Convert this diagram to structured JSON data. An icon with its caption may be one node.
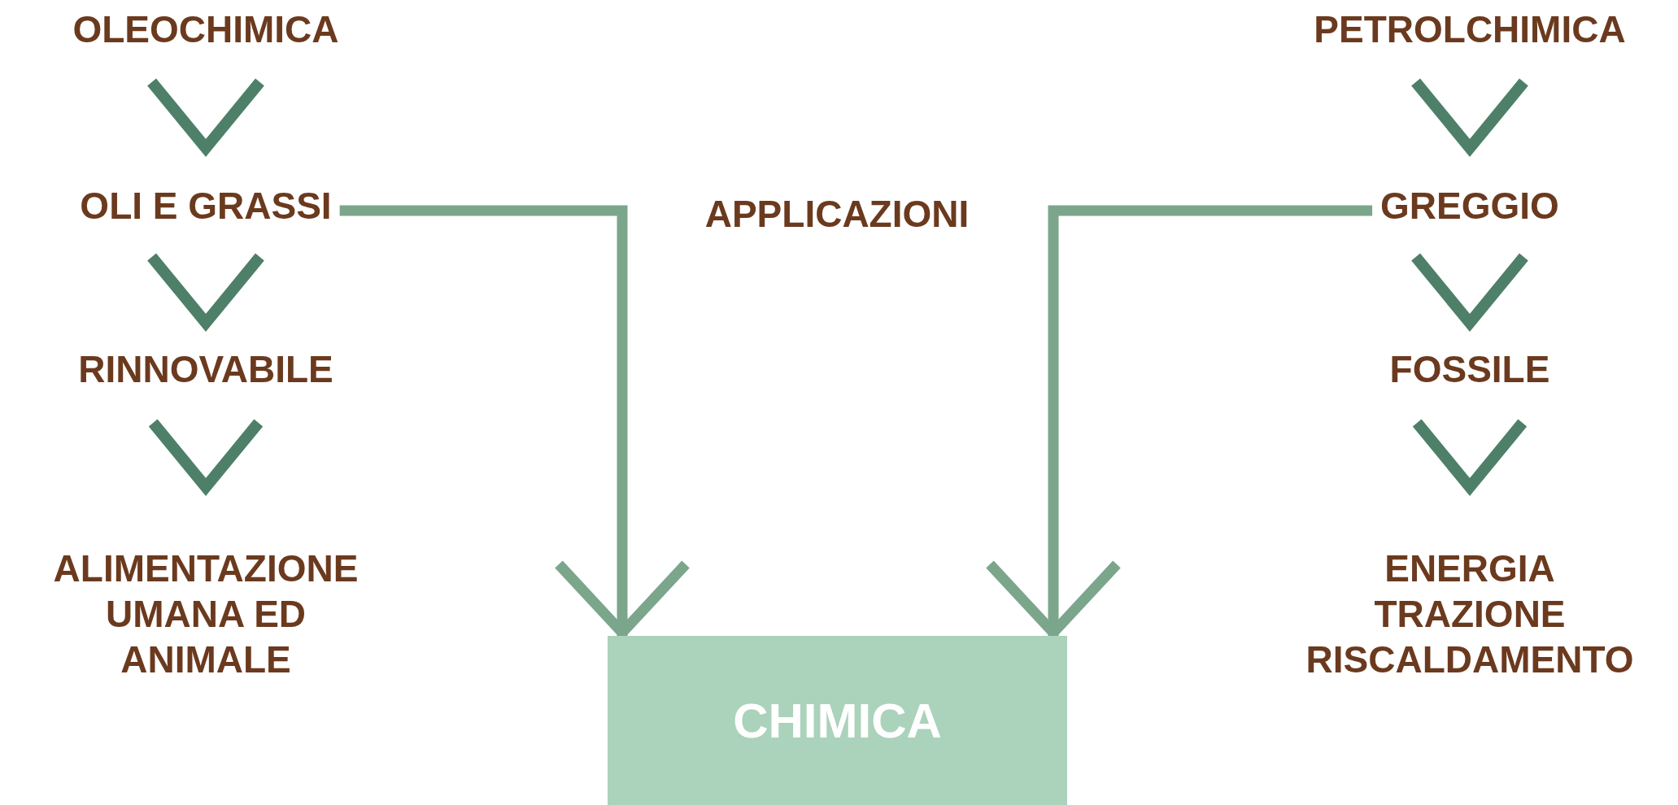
{
  "diagram": {
    "nodes": [
      {
        "text": [
          "OLEOCHIMICA"
        ]
      },
      {
        "text": [
          "OLI E GRASSI"
        ]
      },
      {
        "text": [
          "RINNOVABILE"
        ]
      },
      {
        "text": [
          "ALIMENTAZIONE UMANA ED ANIMALE"
        ]
      },
      {
        "text": [
          "PETROLCHIMICA"
        ]
      },
      {
        "text": [
          "GREGGIO"
        ]
      },
      {
        "text": [
          "FOSSILE"
        ]
      },
      {
        "text": [
          "ENERGIA TRAZIONE RISCALDAMENTO"
        ]
      },
      {
        "text": [
          "CHIMICA"
        ]
      }
    ],
    "edges": [
      {
        "from": 0,
        "to": 1,
        "arrow": "to"
      },
      {
        "from": 1,
        "to": 2,
        "arrow": "to"
      },
      {
        "from": 2,
        "to": 3,
        "arrow": "to"
      },
      {
        "from": 4,
        "to": 5,
        "arrow": "to"
      },
      {
        "from": 5,
        "to": 6,
        "arrow": "to"
      },
      {
        "from": 6,
        "to": 7,
        "arrow": "to"
      },
      {
        "from": 1,
        "to": 8,
        "arrow": "to",
        "color": "#7ba68c"
      },
      {
        "from": 5,
        "to": 8,
        "arrow": "to",
        "color": "#7ba68c"
      }
    ],
    "labels": [
      "APPLICAZIONI"
    ]
  }
}
